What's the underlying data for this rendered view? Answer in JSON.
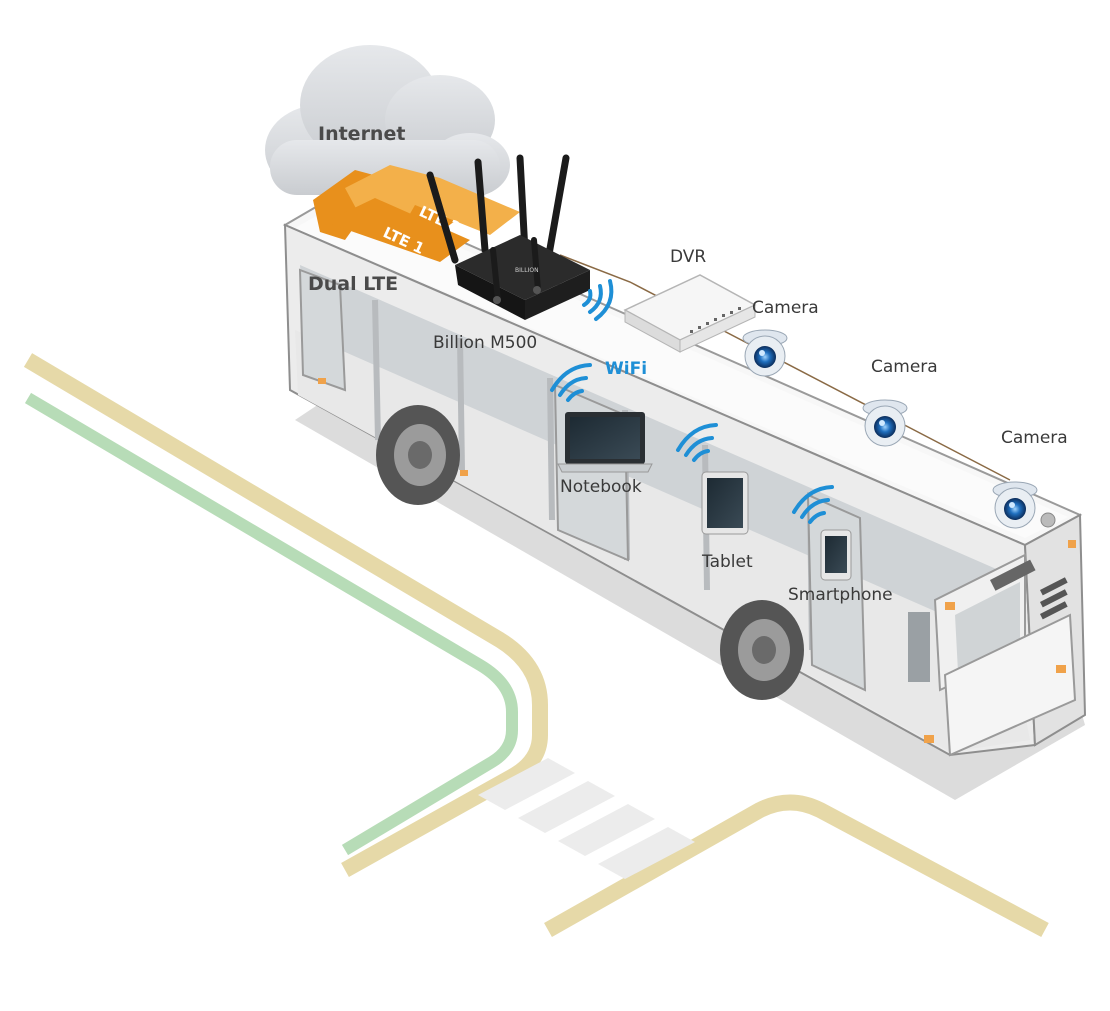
{
  "cloud": {
    "label": "Internet"
  },
  "links": {
    "primary": "LTE 1",
    "secondary": "LTE 2",
    "group_label": "Dual LTE"
  },
  "router": {
    "name": "Billion M500",
    "brand_mark": "BILLION"
  },
  "dvr": {
    "label": "DVR"
  },
  "wifi": {
    "label": "WiFi"
  },
  "cameras": [
    {
      "label": "Camera"
    },
    {
      "label": "Camera"
    },
    {
      "label": "Camera"
    }
  ],
  "devices": {
    "notebook": "Notebook",
    "tablet": "Tablet",
    "smartphone": "Smartphone"
  },
  "colors": {
    "wifi_blue": "#1e8fd6",
    "lte_orange": "#e8901c",
    "lte_orange_light": "#f3b04a",
    "road_tan": "#e6d9a8",
    "road_green": "#b7dcb7",
    "bus_body": "#f2f2f2",
    "cloud": "#d9dbde"
  },
  "icons": [
    "cloud-icon",
    "router-icon",
    "dvr-icon",
    "camera-icon",
    "wifi-icon",
    "notebook-icon",
    "tablet-icon",
    "smartphone-icon",
    "bus-illustration"
  ]
}
